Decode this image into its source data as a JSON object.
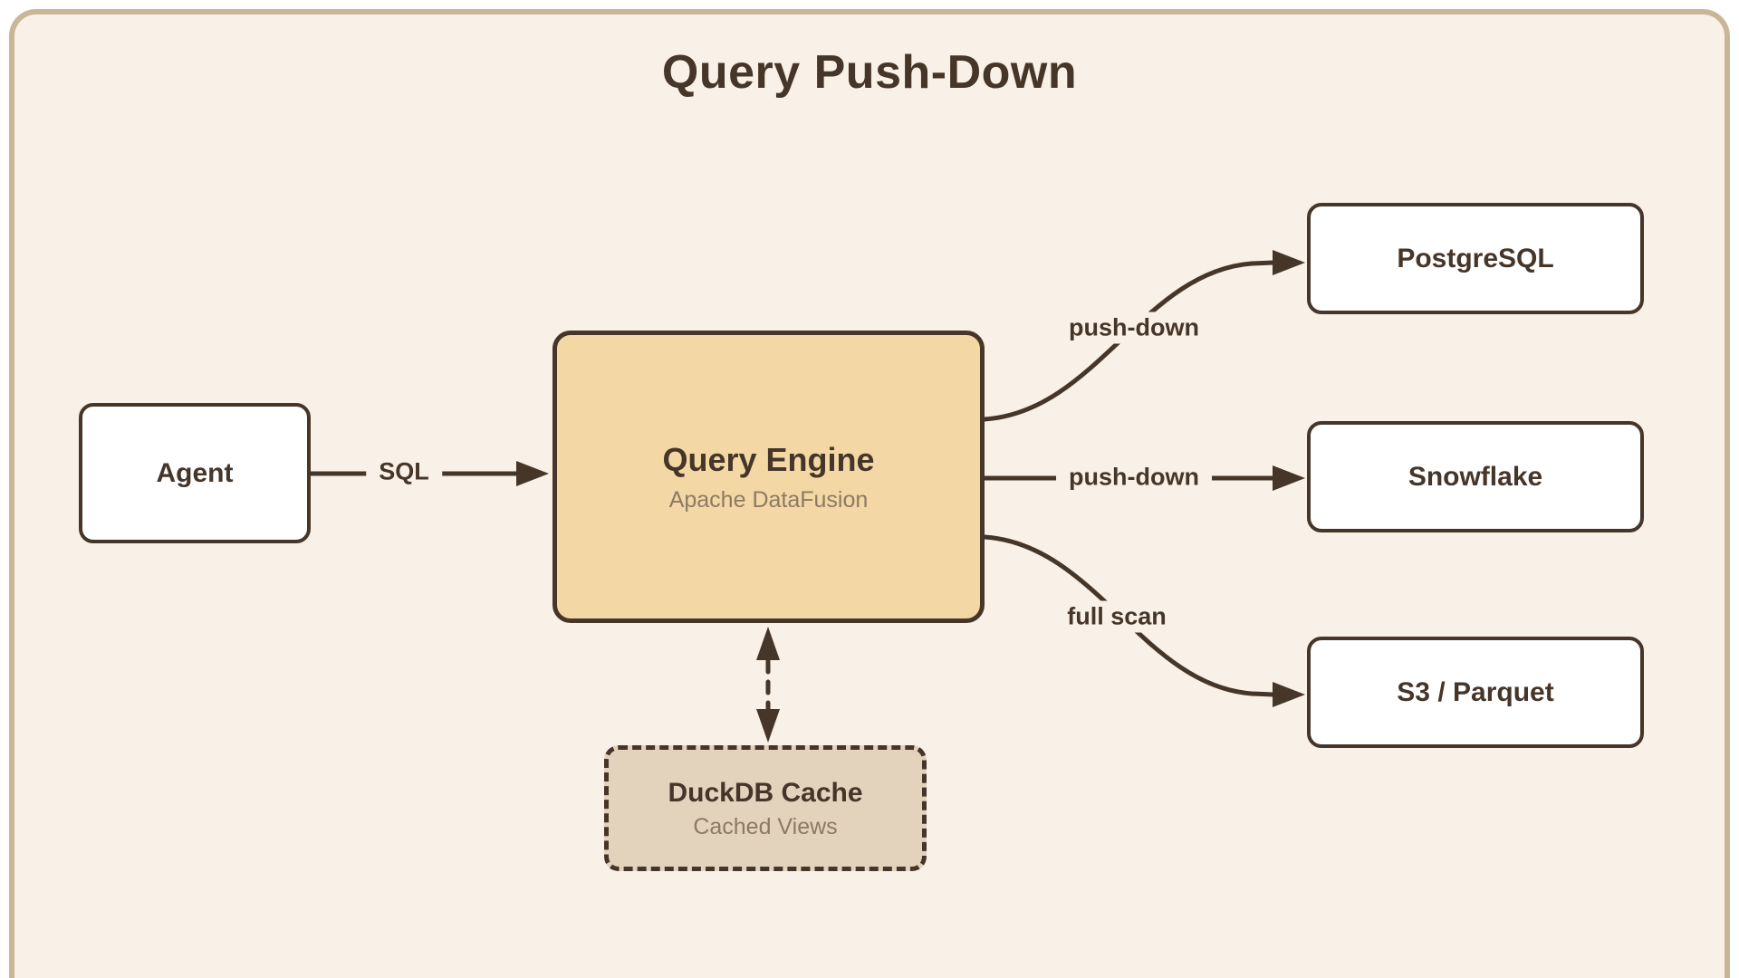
{
  "title": "Query Push-Down",
  "nodes": {
    "agent": {
      "label": "Agent"
    },
    "query_engine": {
      "label": "Query Engine",
      "sublabel": "Apache DataFusion"
    },
    "postgresql": {
      "label": "PostgreSQL"
    },
    "snowflake": {
      "label": "Snowflake"
    },
    "s3_parquet": {
      "label": "S3 / Parquet"
    },
    "duckdb_cache": {
      "label": "DuckDB Cache",
      "sublabel": "Cached Views"
    }
  },
  "edges": {
    "agent_to_engine": {
      "label": "SQL",
      "style": "solid-arrow"
    },
    "engine_to_postgresql": {
      "label": "push-down",
      "style": "curved-arrow"
    },
    "engine_to_snowflake": {
      "label": "push-down",
      "style": "solid-arrow"
    },
    "engine_to_s3": {
      "label": "full scan",
      "style": "curved-arrow"
    },
    "engine_to_cache": {
      "label": "",
      "style": "dashed-double-arrow"
    }
  },
  "colors": {
    "bg": "#f9f1e7",
    "frame": "#c9b697",
    "ink": "#463529",
    "engine": "#f3d7a5",
    "cache": "#e3d3bc",
    "muted": "#8c7a64"
  }
}
